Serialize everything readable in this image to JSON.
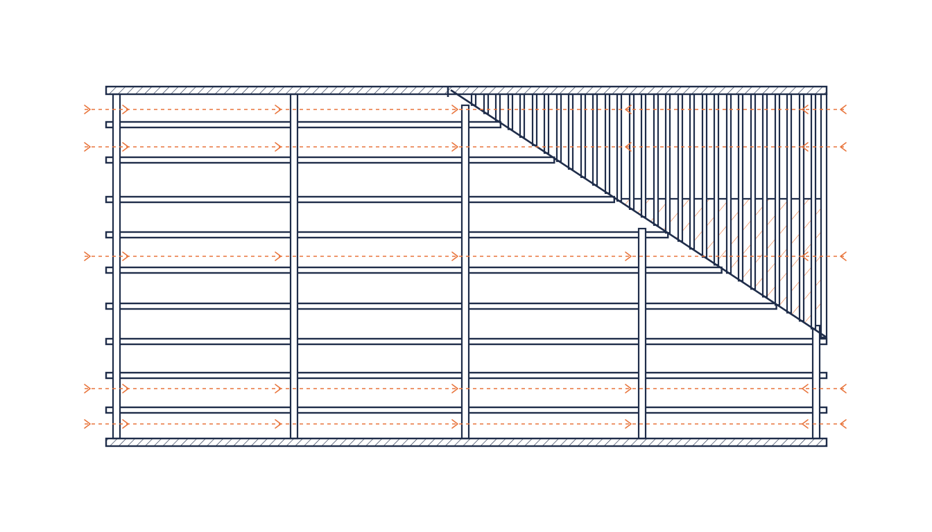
{
  "colors": {
    "background": "#ffffff",
    "frame": "#1f2d4a",
    "accent": "#e8743b"
  },
  "diagram": {
    "description_elements": [
      "top-plate",
      "bottom-plate",
      "horizontal-rails",
      "vertical-posts",
      "dense-studs",
      "diagonal-brace",
      "hatched-infill",
      "flow-arrows"
    ]
  }
}
